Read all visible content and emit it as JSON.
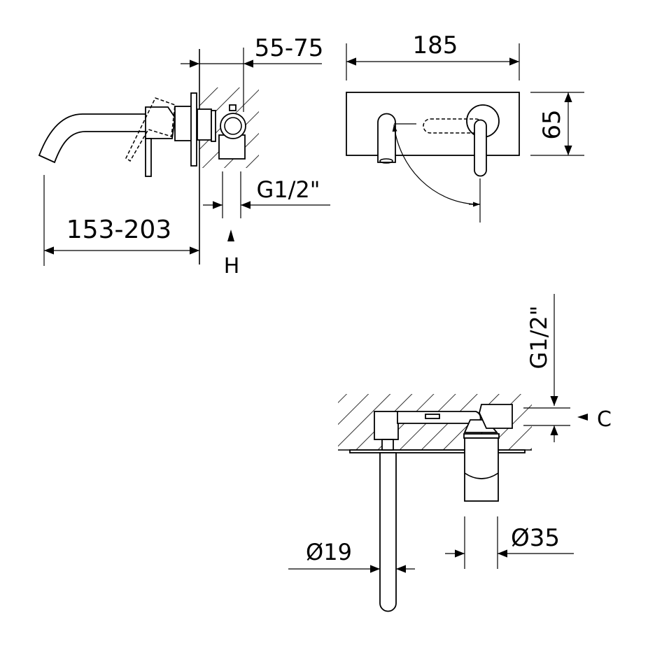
{
  "side_view": {
    "dim_wall_depth": "55-75",
    "dim_spout_projection": "153-203",
    "dim_thread": "G1/2\"",
    "section_marker": "H"
  },
  "front_view": {
    "dim_plate_width": "185",
    "dim_plate_height": "65"
  },
  "top_view": {
    "dim_thread": "G1/2\"",
    "section_marker": "C",
    "dim_spout_diameter": "Ø19",
    "dim_cartridge_diameter": "Ø35"
  },
  "colors": {
    "line": "#000000",
    "background": "#ffffff"
  }
}
